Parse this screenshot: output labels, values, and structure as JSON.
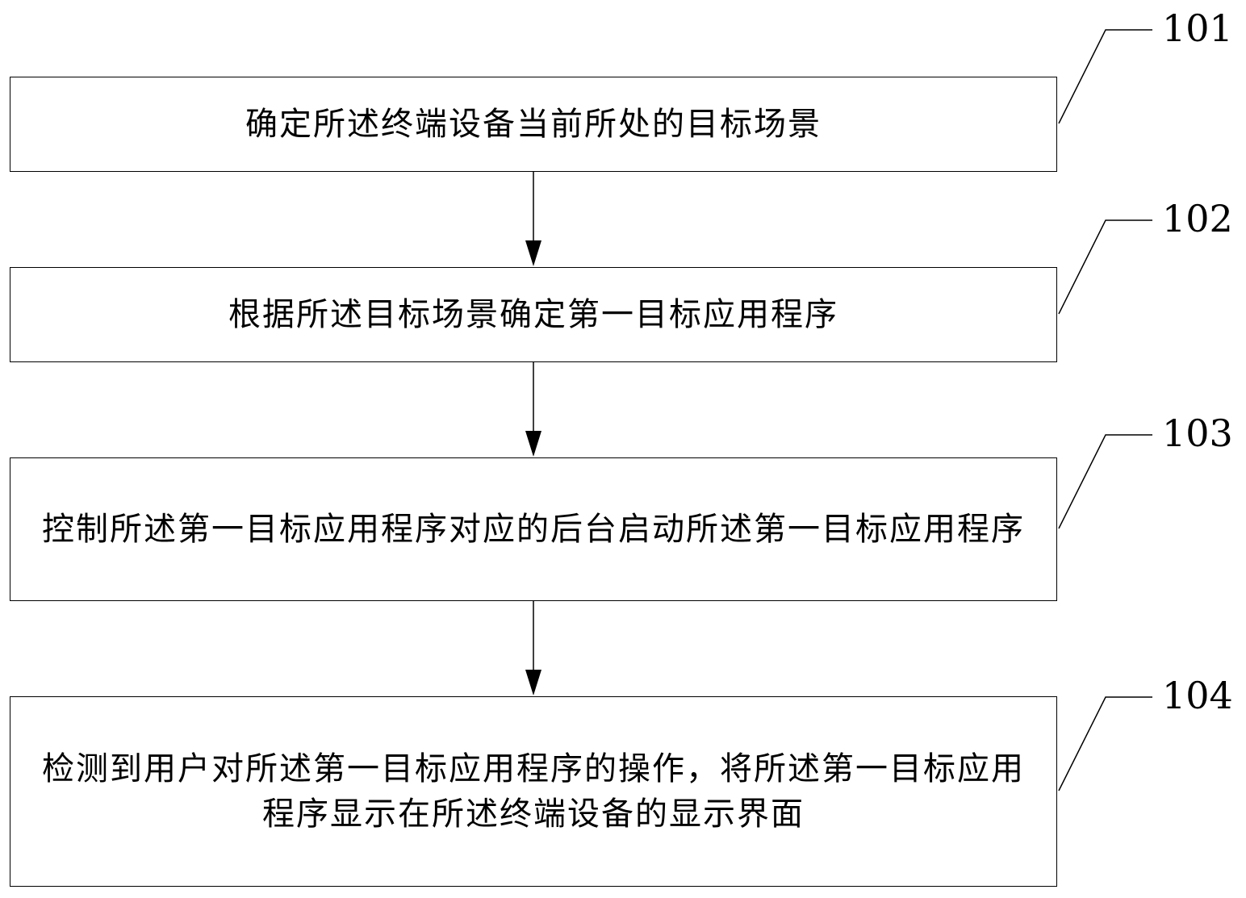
{
  "steps": [
    {
      "id": "101",
      "text": "确定所述终端设备当前所处的目标场景"
    },
    {
      "id": "102",
      "text": "根据所述目标场景确定第一目标应用程序"
    },
    {
      "id": "103",
      "text": "控制所述第一目标应用程序对应的后台启动所述第一目标应用程序"
    },
    {
      "id": "104",
      "text": "检测到用户对所述第一目标应用程序的操作，将所述第一目标应用程序显示在所述终端设备的显示界面"
    }
  ]
}
